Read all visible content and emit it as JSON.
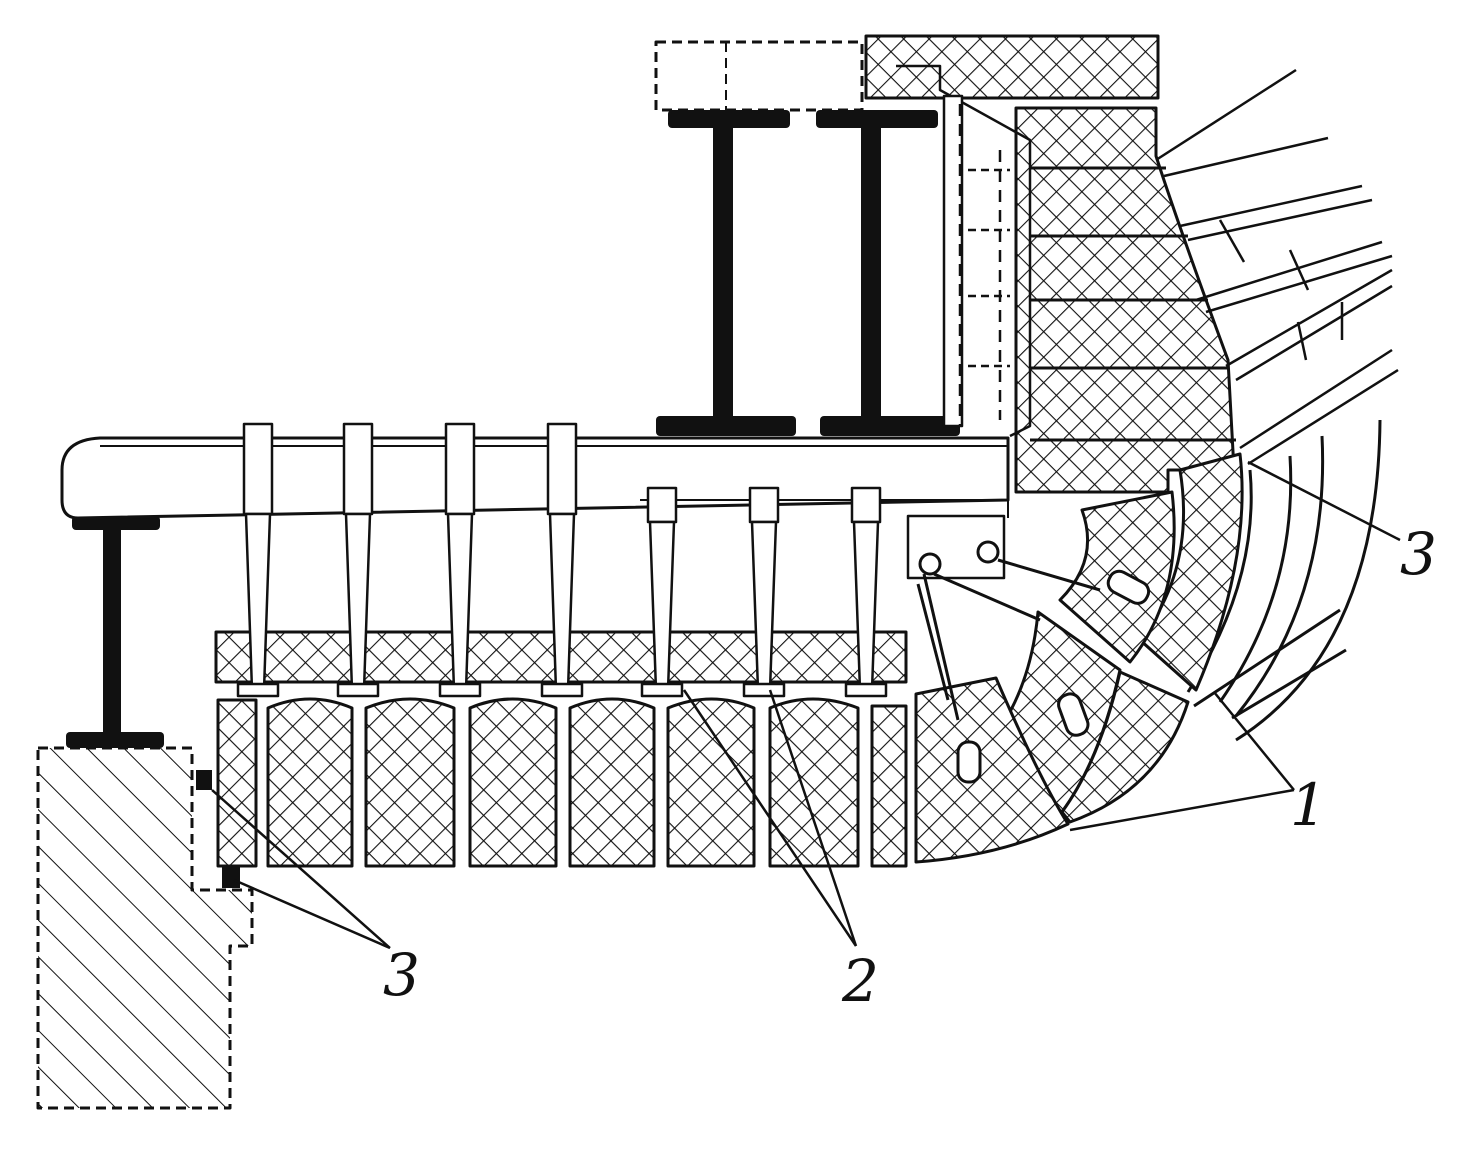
{
  "diagram": {
    "callouts": {
      "c1": "1",
      "c2": "2",
      "c3_bottom": "3",
      "c3_right": "3"
    },
    "colors": {
      "ink": "#111111",
      "paper": "#ffffff"
    }
  }
}
